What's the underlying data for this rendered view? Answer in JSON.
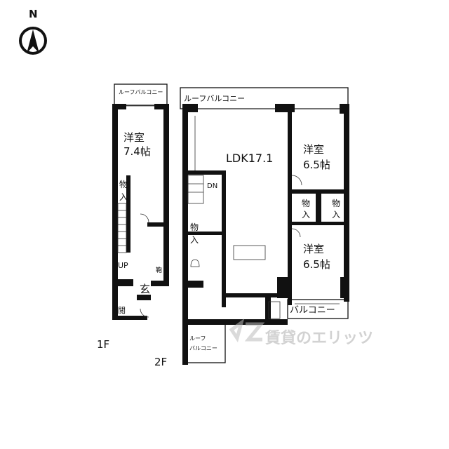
{
  "compass": {
    "label": "N"
  },
  "floor1": {
    "label": "1F",
    "roof_balcony": "ルーフバルコニー",
    "bedroom": {
      "name": "洋室",
      "size": "7.4帖"
    },
    "closet": [
      "物",
      "入"
    ],
    "stairs": "UP",
    "entrance": "玄",
    "shoe_box": "閲",
    "cabinet": "鞄"
  },
  "floor2": {
    "label": "2F",
    "roof_balcony": "ルーフバルコニー",
    "ldk": "LDK17.1",
    "bedroom_top": {
      "name": "洋室",
      "size": "6.5帖"
    },
    "bedroom_bottom": {
      "name": "洋室",
      "size": "6.5帖"
    },
    "closets": [
      [
        "物",
        "入"
      ],
      [
        "物",
        "入"
      ],
      [
        "物",
        "入"
      ]
    ],
    "stairs": "DN",
    "balcony": "バルコニー",
    "small_roof_balcony": [
      "ルーフ",
      "バルコニー"
    ]
  },
  "watermark": "賃貸のエリッツ",
  "colors": {
    "wall": "#111111",
    "watermark": "#c8c8c8"
  }
}
